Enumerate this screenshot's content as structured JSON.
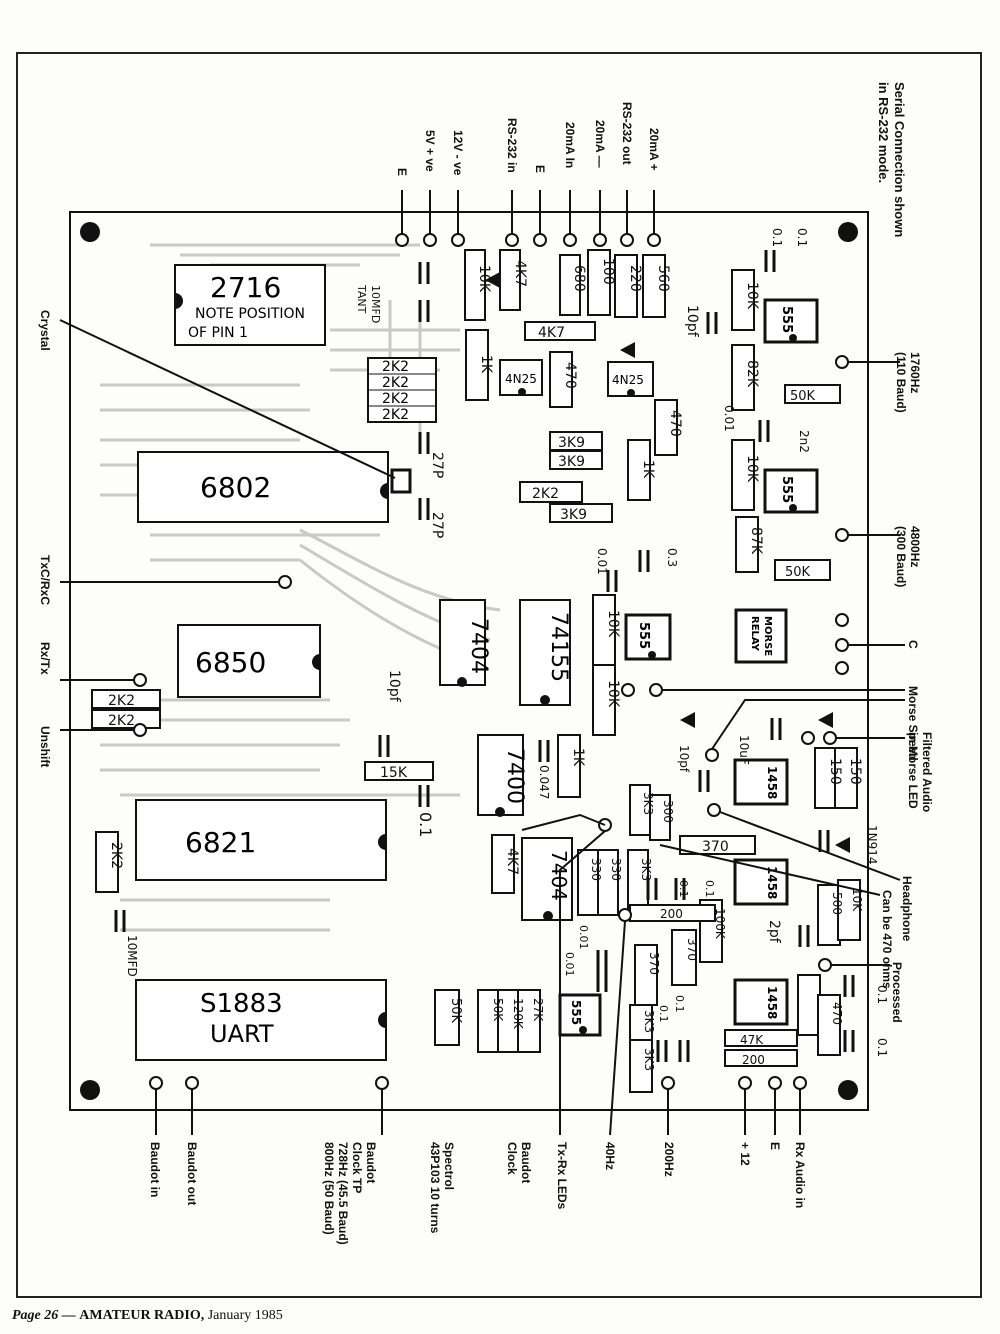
{
  "chips": {
    "eprom": "2716",
    "eprom_note_1": "NOTE POSITION",
    "eprom_note_2": "OF PIN 1",
    "cpu": "6802",
    "acia": "6850",
    "pia": "6821",
    "uart_1": "S1883",
    "uart_2": "UART",
    "ic_7404_a": "7404",
    "ic_74155": "74155",
    "ic_7400": "7400",
    "ic_7404_b": "7404",
    "timer_a": "555",
    "timer_b": "555",
    "timer_c": "555",
    "timer_d": "555",
    "opto_a": "4N25",
    "opto_b": "4N25",
    "pll_a": "1458",
    "pll_b": "1458",
    "pll_c": "1458",
    "relay_1": "MORSE",
    "relay_2": "RELAY"
  },
  "components": {
    "r_2k2": "2K2",
    "r_10k": "10K",
    "r_4k7": "4K7",
    "r_680": "680",
    "r_100": "100",
    "r_220": "220",
    "r_560": "560",
    "r_1k": "1K",
    "r_470": "470",
    "r_3k9": "3K9",
    "r_82k": "82K",
    "r_87k": "87K",
    "r_15k": "15K",
    "r_150": "150",
    "r_300": "300",
    "r_330": "330",
    "r_3k3": "3K3",
    "r_370": "370",
    "r_200": "200",
    "r_100k": "100K",
    "r_120k": "120K",
    "r_27k": "27K",
    "r_47k": "47K",
    "r_500": "500",
    "pot_50k": "50K",
    "c_27p": "27P",
    "c_10mfd_tant_1": "10MFD",
    "c_10mfd_tant_2": "TANT",
    "c_10pf": "10pf",
    "c_0_1": "0.1",
    "c_0_01": "0.01",
    "c_0_047": "0.047",
    "c_0_3": "0.3",
    "c_2n2": "2n2",
    "c_2pf": "2pf",
    "c_10uf": "10uF",
    "c_10mfd": "10MFD",
    "diode_1n914": "1N914",
    "c_0_01_alt": "0.01"
  },
  "labels": {
    "serial_note": "Serial Connection shown\nin RS-232 mode.",
    "top_pins": [
      "E",
      "5V + ve",
      "12V - ve",
      "RS-232 in",
      "E",
      "20mA In",
      "20mA —",
      "RS-232 out",
      "20mA +"
    ],
    "right_labels": {
      "hz1760": "1760Hz\n(110 Baud)",
      "hz4800": "4800Hz\n(300 Baud)",
      "c": "C",
      "morse_speed": "Morse Speed",
      "filtered_audio": "Filtered Audio\nin Morse LED",
      "headphone": "Headphone",
      "can_be": "Can be 470 ohms",
      "processed": "Processed"
    },
    "left_labels": {
      "crystal": "Crystal",
      "txc_rxc": "TxC/RxC",
      "rx_tx": "Rx/Tx",
      "unshift": "Unshift"
    },
    "bottom_labels": {
      "baudot_in": "Baudot in",
      "baudot_out": "Baudot out",
      "baudot_clock_tp": "Baudot\nClock TP\n728Hz (45.5 Baud)\n800Hz (50 Baud)",
      "spectrol": "Spectrol\n43P103 10 turns",
      "baudot_clock": "Baudot\nClock",
      "tx_rx_leds": "Tx-Rx LEDs",
      "hz40": "40Hz",
      "hz200": "200Hz",
      "plus12": "+ 12",
      "e": "E",
      "rx_audio_in": "Rx Audio in"
    }
  },
  "footer": {
    "page": "Page 26 —",
    "publication": "AMATEUR RADIO,",
    "date": "January 1985"
  }
}
